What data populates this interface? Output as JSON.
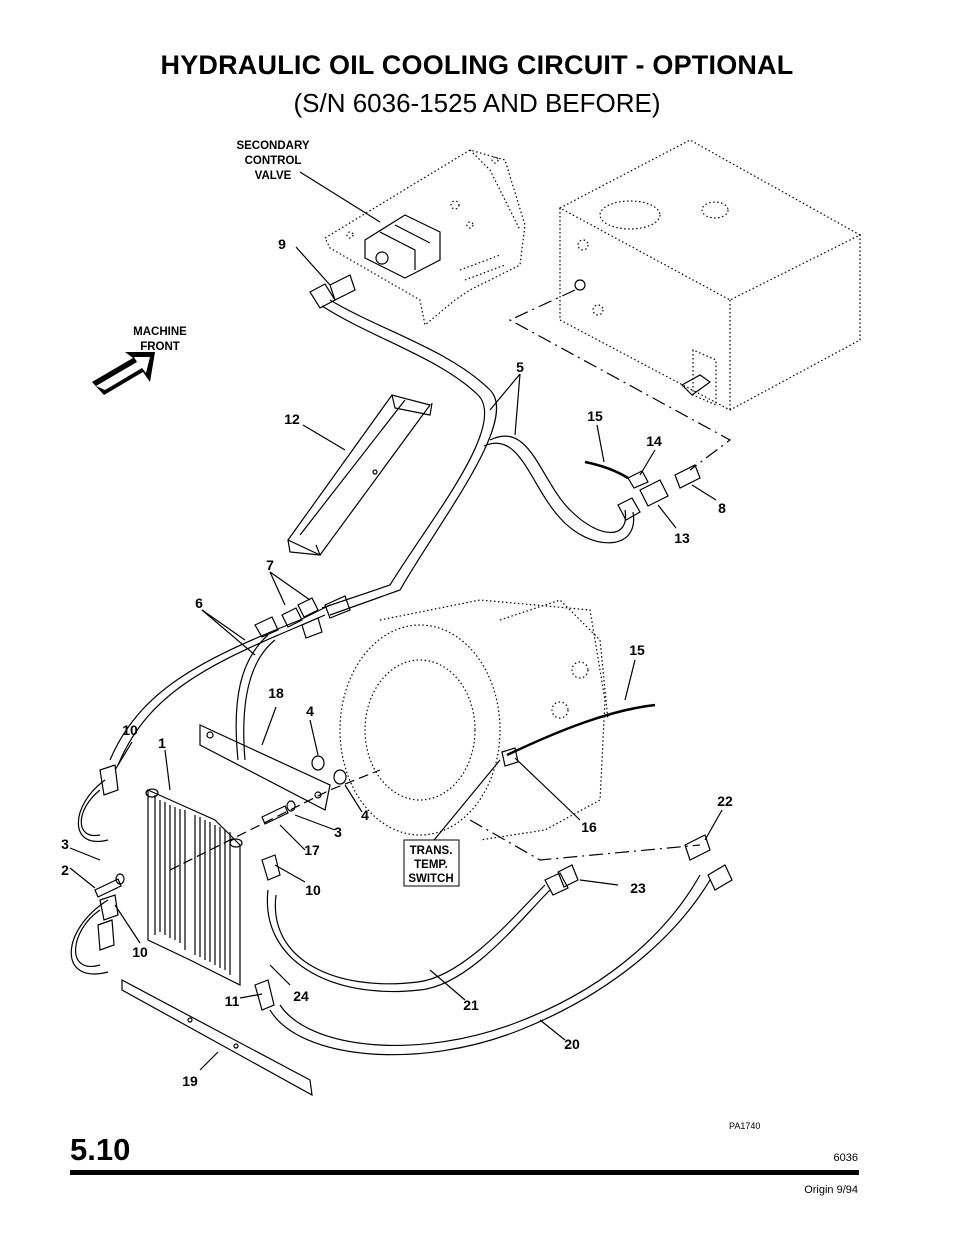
{
  "header": {
    "title": "HYDRAULIC OIL COOLING CIRCUIT - OPTIONAL",
    "subtitle": "(S/N 6036-1525 AND BEFORE)"
  },
  "labels": {
    "secondary_control_valve": [
      "SECONDARY",
      "CONTROL",
      "VALVE"
    ],
    "machine_front": [
      "MACHINE",
      "FRONT"
    ],
    "trans_temp_switch": [
      "TRANS.",
      "TEMP.",
      "SWITCH"
    ]
  },
  "callouts": {
    "c1": "1",
    "c2": "2",
    "c3a": "3",
    "c3b": "3",
    "c4a": "4",
    "c4b": "4",
    "c5": "5",
    "c6": "6",
    "c7": "7",
    "c8": "8",
    "c9": "9",
    "c10a": "10",
    "c10b": "10",
    "c10c": "10",
    "c11": "11",
    "c12": "12",
    "c13": "13",
    "c14": "14",
    "c15a": "15",
    "c15b": "15",
    "c16": "16",
    "c17": "17",
    "c18": "18",
    "c19": "19",
    "c20": "20",
    "c21": "21",
    "c22": "22",
    "c23": "23",
    "c24": "24"
  },
  "footer": {
    "figure_id": "PA1740",
    "section": "5.10",
    "doc_number": "6036",
    "origin": "Origin 9/94"
  }
}
